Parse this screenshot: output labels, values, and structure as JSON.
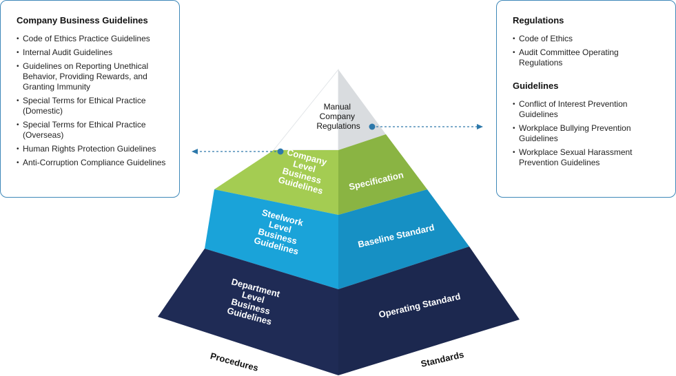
{
  "left_panel": {
    "title": "Company Business Guidelines",
    "items": [
      "Code of Ethics Practice Guidelines",
      "Internal Audit Guidelines",
      "Guidelines on Reporting Unethical Behavior, Providing Rewards, and Granting Immunity",
      "Special Terms for Ethical Practice (Domestic)",
      "Special Terms for Ethical Practice (Overseas)",
      "Human Rights Protection Guidelines",
      "Anti-Corruption Compliance Guidelines"
    ]
  },
  "right_panel": {
    "regulations_title": "Regulations",
    "regulations_items": [
      "Code of Ethics",
      "Audit Committee Operating Regulations"
    ],
    "guidelines_title": "Guidelines",
    "guidelines_items": [
      "Conflict of Interest Prevention Guidelines",
      "Workplace Bullying Prevention Guidelines",
      "Workplace Sexual Harassment Prevention Guidelines"
    ]
  },
  "pyramid": {
    "apex": [
      "Manual",
      "Company",
      "Regulations"
    ],
    "tier1_left": [
      "Company",
      "Level",
      "Business",
      "Guidelines"
    ],
    "tier1_right": "Specification",
    "tier2_left": [
      "Steelwork",
      "Level",
      "Business",
      "Guidelines"
    ],
    "tier2_right": "Baseline Standard",
    "tier3_left": [
      "Department",
      "Level",
      "Business",
      "Guidelines"
    ],
    "tier3_right": "Operating Standard",
    "base_left": "Procedures",
    "base_right": "Standards",
    "colors": {
      "apex_left": "#ffffff",
      "apex_right": "#d9dcdf",
      "tier1_left": "#a4cc52",
      "tier1_right": "#8ab443",
      "tier2_left": "#1aa3d9",
      "tier2_right": "#1690c4",
      "tier3_left": "#1f2b55",
      "tier3_right": "#1c284f",
      "connector": "#2d78aa"
    }
  }
}
